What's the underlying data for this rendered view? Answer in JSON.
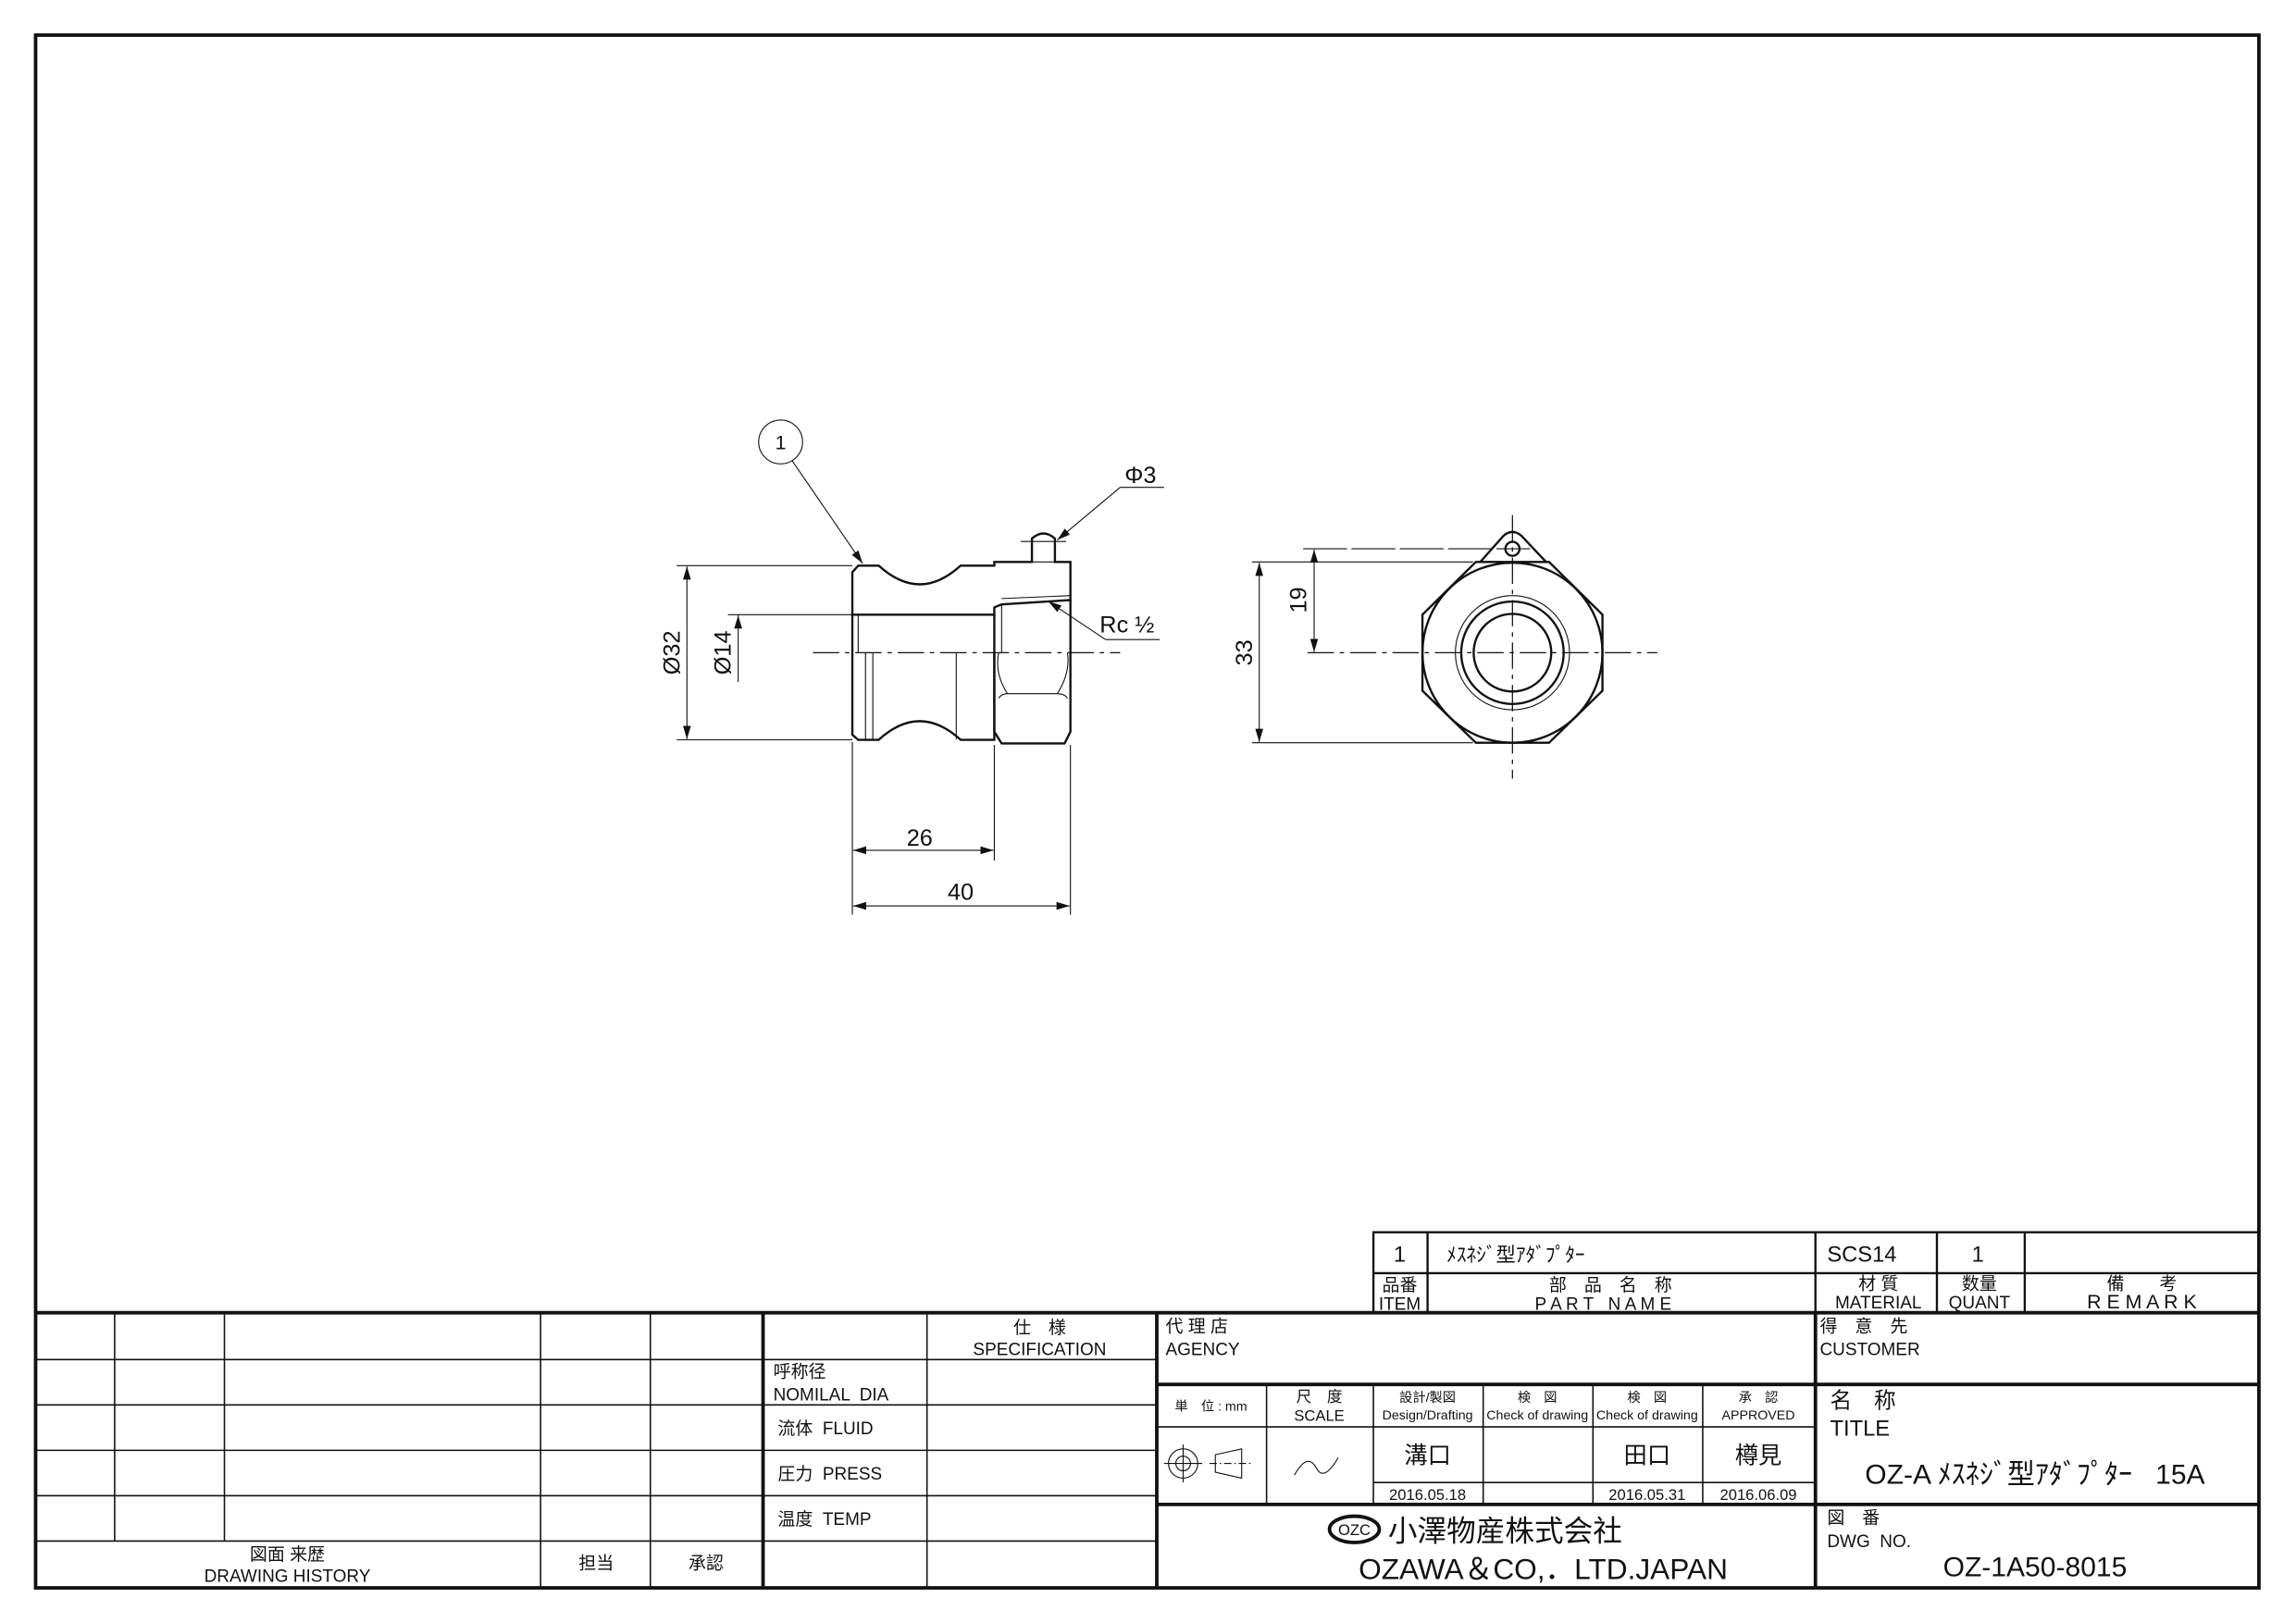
{
  "drawing": {
    "balloon": "1",
    "dims": {
      "dia32": "Ø32",
      "dia14": "Ø14",
      "len26": "26",
      "len40": "40",
      "pin": "Φ3",
      "thread": "Rc ½",
      "h33": "33",
      "h19": "19"
    }
  },
  "parts_list": {
    "row": {
      "item": "1",
      "part_name": "ﾒｽﾈｼﾞ型ｱﾀﾞﾌﾟﾀｰ",
      "material": "SCS14",
      "quantity": "1",
      "remark": ""
    },
    "headers": {
      "item_jp": "品番",
      "item_en": "ITEM",
      "part_jp": "部　品　名　称",
      "part_en": "P A R T   N A M E",
      "material_jp": "材 質",
      "material_en": "MATERIAL",
      "quant_jp": "数量",
      "quant_en": "QUANT",
      "remark_jp": "備　　考",
      "remark_en": "R E M A R K"
    }
  },
  "history": {
    "label_jp": "図面 来歴",
    "label_en": "DRAWING HISTORY",
    "person": "担当",
    "approval": "承認"
  },
  "spec": {
    "header_jp": "仕　様",
    "header_en": "SPECIFICATION",
    "nominal_jp": "呼称径",
    "nominal_en": "NOMILAL  DIA",
    "fluid": "流体  FLUID",
    "press": "圧力  PRESS",
    "temp": "温度  TEMP"
  },
  "agency": {
    "label_jp": "代 理 店",
    "label_en": "AGENCY"
  },
  "unit": "単　位 : mm",
  "scale": {
    "label_jp": "尺　度",
    "label_en": "SCALE"
  },
  "signoff": [
    {
      "jp": "設計/製図",
      "en": "Design/Drafting",
      "name": "溝口",
      "date": "2016.05.18"
    },
    {
      "jp": "検　図",
      "en": "Check of drawing",
      "name": "",
      "date": ""
    },
    {
      "jp": "検　図",
      "en": "Check of drawing",
      "name": "田口",
      "date": "2016.05.31"
    },
    {
      "jp": "承　認",
      "en": "APPROVED",
      "name": "樽見",
      "date": "2016.06.09"
    }
  ],
  "company": {
    "logo": "OZC",
    "name_jp": "小澤物産株式会社",
    "name_en": "OZAWA＆CO,．LTD.JAPAN"
  },
  "customer": {
    "label_jp": "得　意　先",
    "label_en": "CUSTOMER"
  },
  "title": {
    "label_jp": "名　称",
    "label_en": "TITLE",
    "value": "OZ-A ﾒｽﾈｼﾞ型ｱﾀﾞﾌﾟﾀｰ   15A"
  },
  "dwg_no": {
    "label_jp": "図　番",
    "label_en": "DWG  NO.",
    "value": "OZ-1A50-8015"
  }
}
